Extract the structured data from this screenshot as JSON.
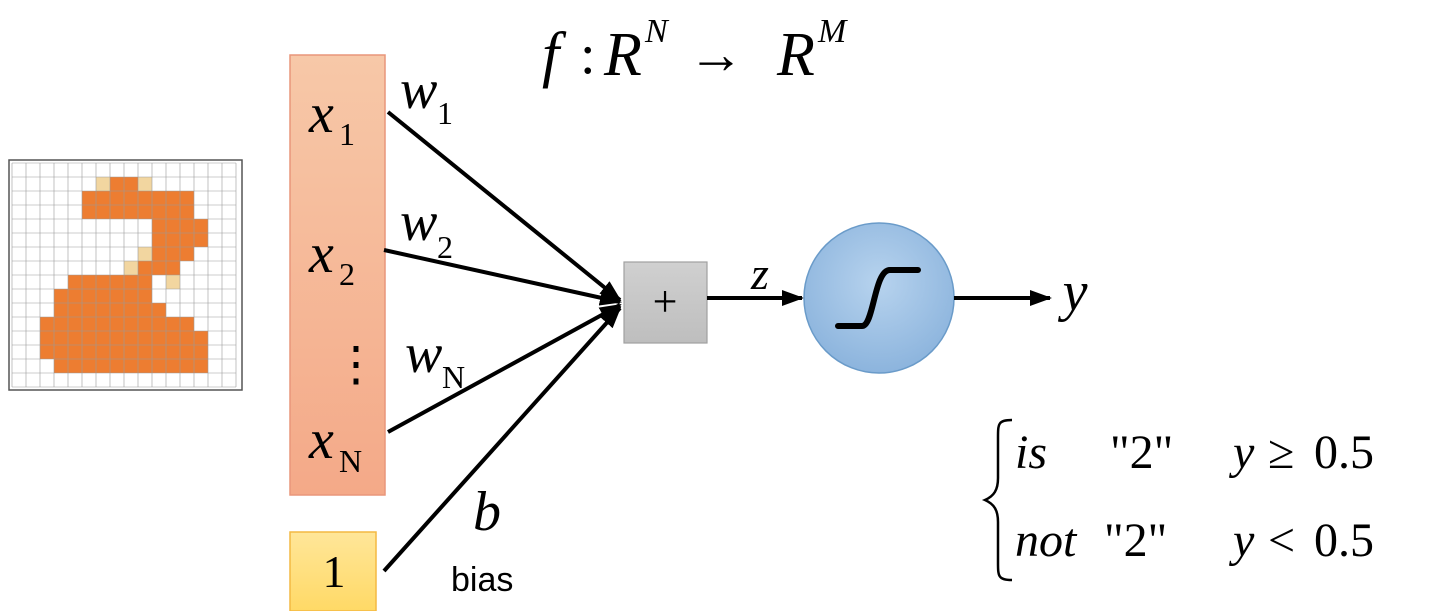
{
  "formula": {
    "f": "f",
    "colon": ":",
    "domain": "R",
    "domain_exp": "N",
    "arrow": "→",
    "codomain": "R",
    "codomain_exp": "M"
  },
  "inputs": [
    {
      "var": "x",
      "sub": "1"
    },
    {
      "var": "x",
      "sub": "2"
    },
    {
      "var": "⋮",
      "sub": ""
    },
    {
      "var": "x",
      "sub": "N"
    }
  ],
  "weights": [
    {
      "var": "w",
      "sub": "1"
    },
    {
      "var": "w",
      "sub": "2"
    },
    {
      "var": "w",
      "sub": "N"
    }
  ],
  "bias": {
    "input_value": "1",
    "weight": "b",
    "caption": "bias"
  },
  "sum_node": {
    "symbol": "+"
  },
  "z_label": "z",
  "output_label": "y",
  "decision": {
    "rows": [
      {
        "word": "is",
        "label": "\"2\"",
        "condition_var": "y",
        "operator": "≥",
        "threshold": "0.5"
      },
      {
        "word": "not",
        "label": "\"2\"",
        "condition_var": "y",
        "operator": "<",
        "threshold": "0.5"
      }
    ]
  },
  "digit_image": {
    "grid_cols": 16,
    "grid_rows": 16,
    "fill_color": "#ED7D31",
    "edge_color": "#F2D6A0",
    "pixels": [
      "................",
      "......E##E......",
      ".....########...",
      ".....########...",
      "..........####..",
      "..........####..",
      ".........E###...",
      "........E###....",
      "....######.E....",
      "...#######......",
      "...########.....",
      "..###########...",
      "..############..",
      "..############..",
      "...###########..",
      "................"
    ]
  },
  "colors": {
    "input_box": "#F4B183",
    "input_box_border": "#E9967A",
    "bias_box": "#FFD966",
    "bias_box_border": "#F4B942",
    "sum_box": "#C8C8C8",
    "activation_circle": "#9DC3E6",
    "activation_border": "#6A9BC9"
  }
}
